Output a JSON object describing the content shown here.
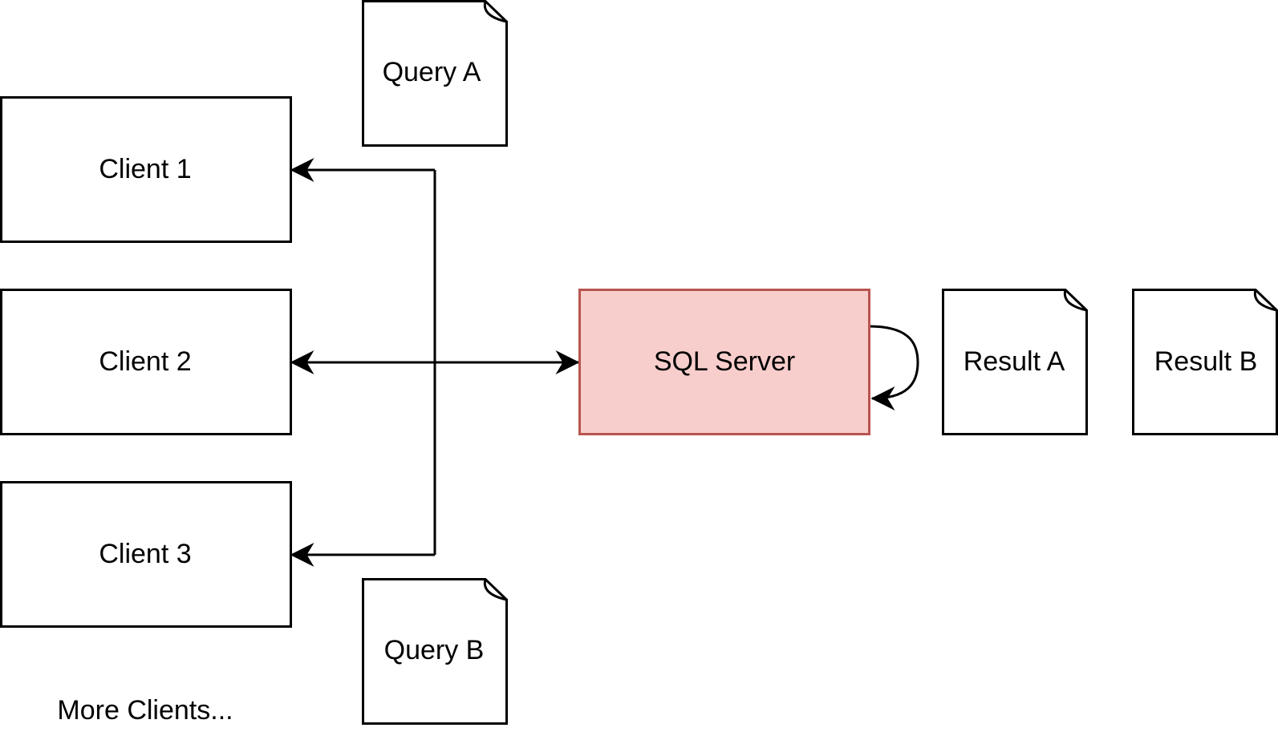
{
  "clients": [
    {
      "label": "Client 1"
    },
    {
      "label": "Client 2"
    },
    {
      "label": "Client 3"
    }
  ],
  "more_clients_label": "More Clients...",
  "server": {
    "label": "SQL Server",
    "fill": "#f8cecc",
    "stroke": "#b85450"
  },
  "queries": [
    {
      "label": "Query A"
    },
    {
      "label": "Query B"
    }
  ],
  "results": [
    {
      "label": "Result A"
    },
    {
      "label": "Result B"
    }
  ]
}
